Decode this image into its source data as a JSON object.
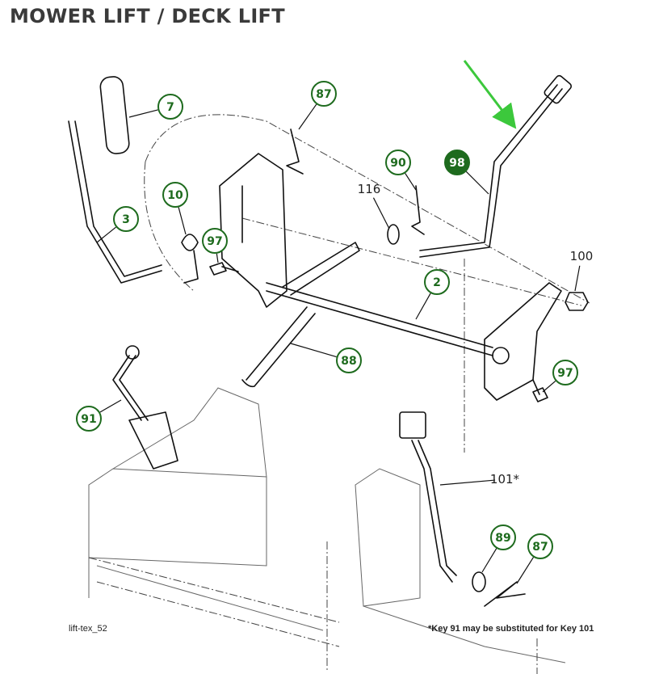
{
  "title": "MOWER LIFT / DECK LIFT",
  "colors": {
    "callout": "#1e6b1e",
    "arrow": "#3cc83c",
    "title": "#3a3a3a"
  },
  "callouts": [
    {
      "label": "7",
      "style": "circle"
    },
    {
      "label": "87",
      "style": "circle"
    },
    {
      "label": "90",
      "style": "circle"
    },
    {
      "label": "98",
      "style": "filled"
    },
    {
      "label": "116",
      "style": "plain"
    },
    {
      "label": "10",
      "style": "circle"
    },
    {
      "label": "3",
      "style": "circle"
    },
    {
      "label": "97",
      "style": "circle"
    },
    {
      "label": "100",
      "style": "plain"
    },
    {
      "label": "2",
      "style": "circle"
    },
    {
      "label": "88",
      "style": "circle"
    },
    {
      "label": "97",
      "style": "circle"
    },
    {
      "label": "91",
      "style": "circle"
    },
    {
      "label": "101*",
      "style": "plain"
    },
    {
      "label": "89",
      "style": "circle"
    },
    {
      "label": "87",
      "style": "circle"
    }
  ],
  "caption_left": "lift-tex_52",
  "caption_right": "*Key 91 may be substituted for Key 101"
}
